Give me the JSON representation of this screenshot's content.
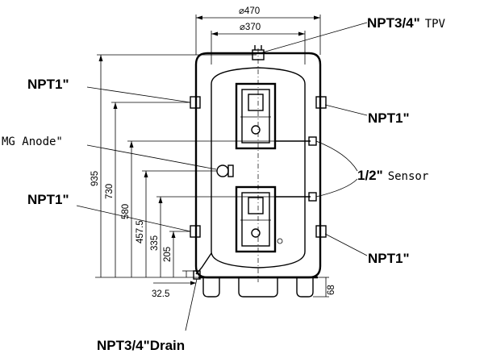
{
  "labels": {
    "tpv": {
      "bold": "NPT3/4\"",
      "mono": "TPV"
    },
    "npt1_left_top": "NPT1\"",
    "npt1_right_top": "NPT1\"",
    "mg_anode": "MG Anode\"",
    "sensor": {
      "bold": "1/2\"",
      "mono": "Sensor"
    },
    "npt1_left_bottom": "NPT1\"",
    "npt1_right_bottom": "NPT1\"",
    "drain": "NPT3/4\"Drain"
  },
  "dimensions": {
    "outer_diameter": "⌀470",
    "inner_diameter": "⌀370",
    "h935": "935",
    "h730": "730",
    "h580": "580",
    "h457": "457.5",
    "h335": "335",
    "h205": "205",
    "w32": "32.5",
    "h68": "68"
  }
}
